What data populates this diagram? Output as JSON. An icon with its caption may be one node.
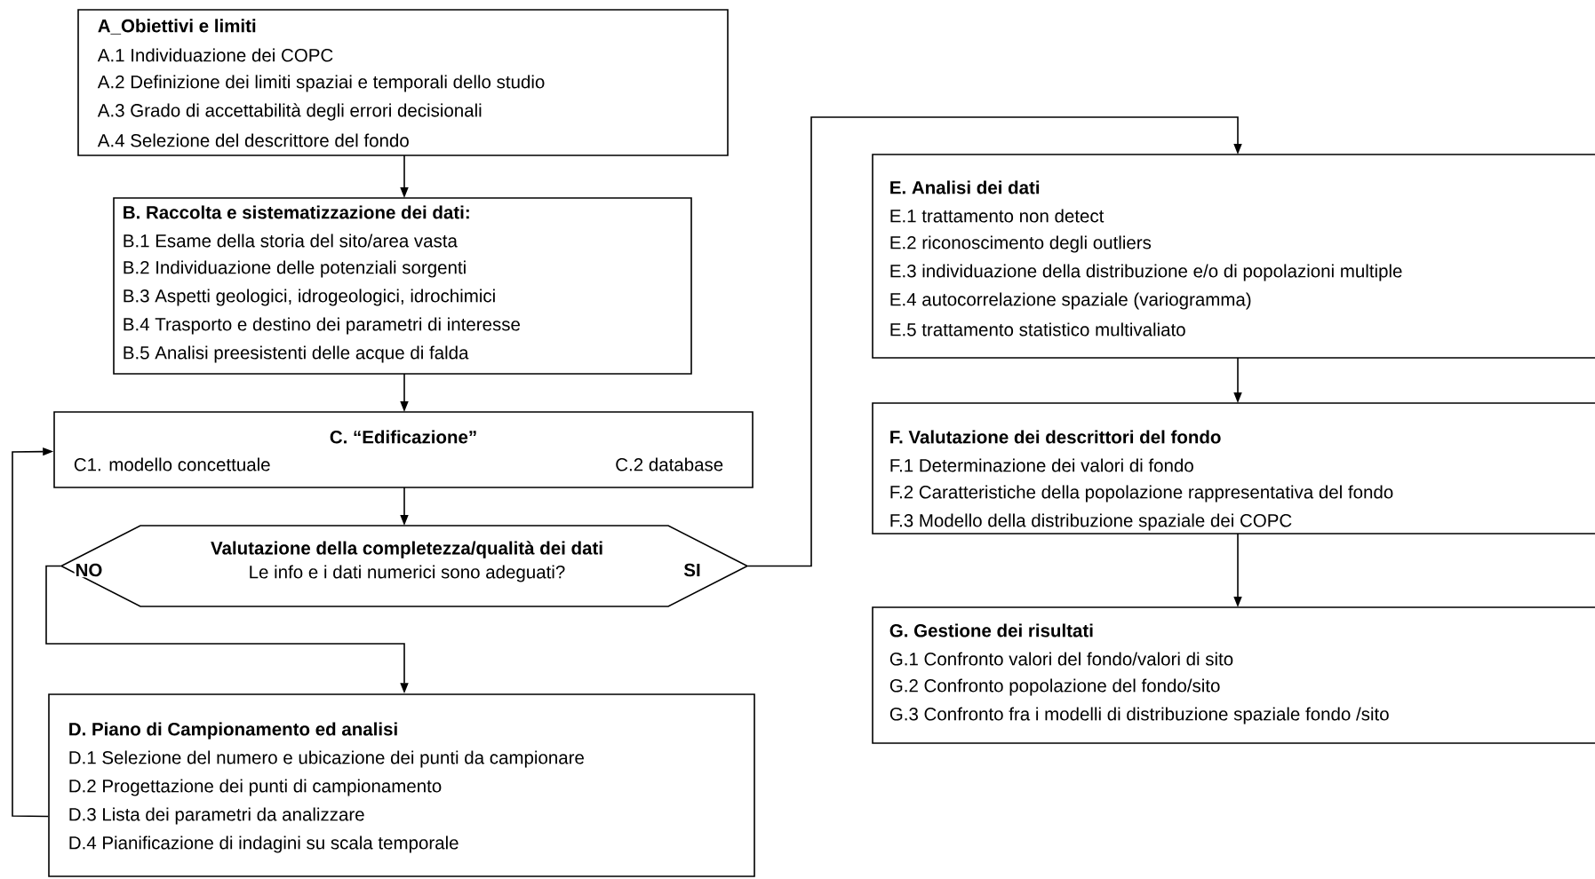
{
  "diagram": {
    "nodes": [
      {
        "text": [
          "A_Obiettivi e limiti",
          "A.1 Individuazione dei COPC",
          "A.2 Definizione dei limiti spaziai e temporali dello studio",
          "A.3 Grado di accettabilità degli errori decisionali",
          "A.4 Selezione del descrittore del fondo"
        ]
      },
      {
        "text": [
          "B. Raccolta e sistematizzazione dei dati:",
          "B.1 Esame della storia del sito/area vasta",
          "B.2 Individuazione delle potenziali sorgenti",
          "B.3 Aspetti geologici, idrogeologici, idrochimici",
          "B.4 Trasporto e destino dei parametri di interesse",
          "B.5 Analisi preesistenti delle acque di falda"
        ]
      },
      {
        "text": [
          "C. “Edificazione”",
          "C1. modello concettuale",
          "C.2 database"
        ]
      },
      {
        "text": [
          "Valutazione della completezza/qualità dei dati",
          "Le info e i dati numerici sono adeguati?"
        ]
      },
      {
        "text": [
          "D. Piano di Campionamento ed analisi",
          "D.1 Selezione del numero e ubicazione dei punti da campionare",
          "D.2 Progettazione dei punti di campionamento",
          "D.3 Lista dei parametri da analizzare",
          "D.4 Pianificazione di indagini su scala temporale"
        ]
      },
      {
        "text": [
          "E. Analisi dei dati",
          "E.1 trattamento non detect",
          "E.2 riconoscimento degli outliers",
          "E.3 individuazione della distribuzione e/o di popolazioni multiple",
          "E.4 autocorrelazione spaziale (variogramma)",
          "E.5 trattamento statistico multivaliato"
        ]
      },
      {
        "text": [
          "F. Valutazione dei descrittori del fondo",
          "F.1 Determinazione dei valori di fondo",
          "F.2 Caratteristiche della popolazione rappresentativa del fondo",
          "F.3 Modello della distribuzione spaziale dei COPC"
        ]
      },
      {
        "text": [
          "G. Gestione dei risultati",
          "G.1 Confronto valori del fondo/valori di sito",
          "G.2 Confronto popolazione del fondo/sito",
          "G.3 Confronto fra i modelli di distribuzione spaziale fondo /sito"
        ]
      }
    ],
    "edges": [
      {
        "from": 0,
        "to": 1,
        "arrow": "to"
      },
      {
        "from": 1,
        "to": 2,
        "arrow": "to"
      },
      {
        "from": 2,
        "to": 3,
        "arrow": "to"
      },
      {
        "from": 3,
        "to": 4,
        "arrow": "to",
        "label": "NO"
      },
      {
        "from": 3,
        "to": 5,
        "arrow": "to",
        "label": "SI"
      },
      {
        "from": 4,
        "to": 2,
        "arrow": "to"
      },
      {
        "from": 5,
        "to": 6,
        "arrow": "to"
      },
      {
        "from": 6,
        "to": 7,
        "arrow": "to"
      }
    ]
  }
}
